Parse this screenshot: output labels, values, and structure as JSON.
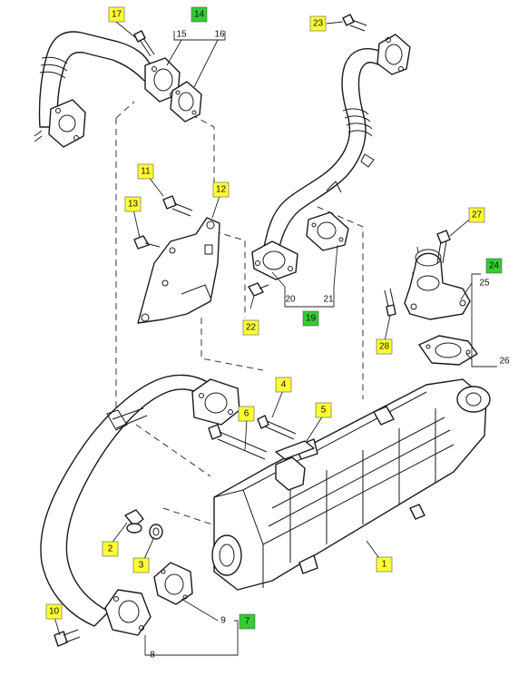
{
  "colors": {
    "callout_yellow": "#ffff33",
    "callout_green": "#33cc33",
    "line": "#1a1a1a"
  },
  "callouts": {
    "c1": "1",
    "c2": "2",
    "c3": "3",
    "c4": "4",
    "c5": "5",
    "c6": "6",
    "c7": "7",
    "c10": "10",
    "c11": "11",
    "c12": "12",
    "c13": "13",
    "c14": "14",
    "c17": "17",
    "c19": "19",
    "c22": "22",
    "c23": "23",
    "c24": "24",
    "c27": "27",
    "c28": "28"
  },
  "labels": {
    "l8": "8",
    "l9": "9",
    "l15": "15",
    "l16": "16",
    "l20": "20",
    "l21": "21",
    "l25": "25",
    "l26": "26"
  }
}
